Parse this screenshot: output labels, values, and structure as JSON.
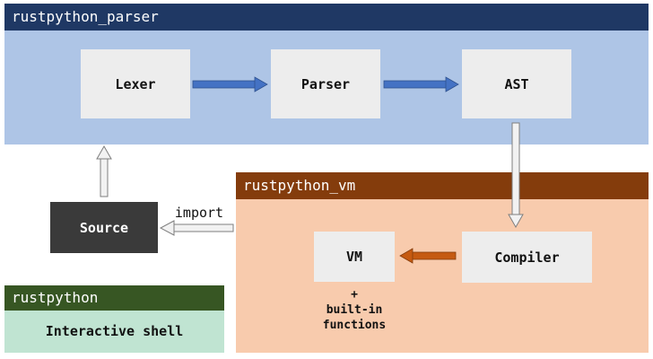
{
  "groups": {
    "parser": {
      "title": "rustpython_parser"
    },
    "vm": {
      "title": "rustpython_vm"
    },
    "rustpython": {
      "title": "rustpython",
      "subtitle": "Interactive shell"
    }
  },
  "boxes": {
    "lexer": "Lexer",
    "parser": "Parser",
    "ast": "AST",
    "compiler": "Compiler",
    "vm": "VM",
    "source": "Source"
  },
  "labels": {
    "import": "import",
    "builtin_plus": "+",
    "builtin_line1": "built-in",
    "builtin_line2": "functions"
  },
  "colors": {
    "parser_header": "#1f3864",
    "parser_body": "#aec5e6",
    "vm_header": "#843c0c",
    "vm_body": "#f8cbad",
    "rustpython_header": "#375623",
    "rustpython_body": "#c0e4d2",
    "blue_arrow": "#4472c4",
    "orange_arrow": "#c55a11",
    "outline_arrow": "#7f7f7f"
  },
  "edges": [
    {
      "from": "lexer",
      "to": "parser",
      "style": "blue"
    },
    {
      "from": "parser",
      "to": "ast",
      "style": "blue"
    },
    {
      "from": "ast",
      "to": "compiler",
      "style": "outline"
    },
    {
      "from": "compiler",
      "to": "vm",
      "style": "orange"
    },
    {
      "from": "vm_group",
      "to": "source",
      "style": "outline",
      "label": "import"
    },
    {
      "from": "source",
      "to": "lexer",
      "style": "outline"
    }
  ]
}
